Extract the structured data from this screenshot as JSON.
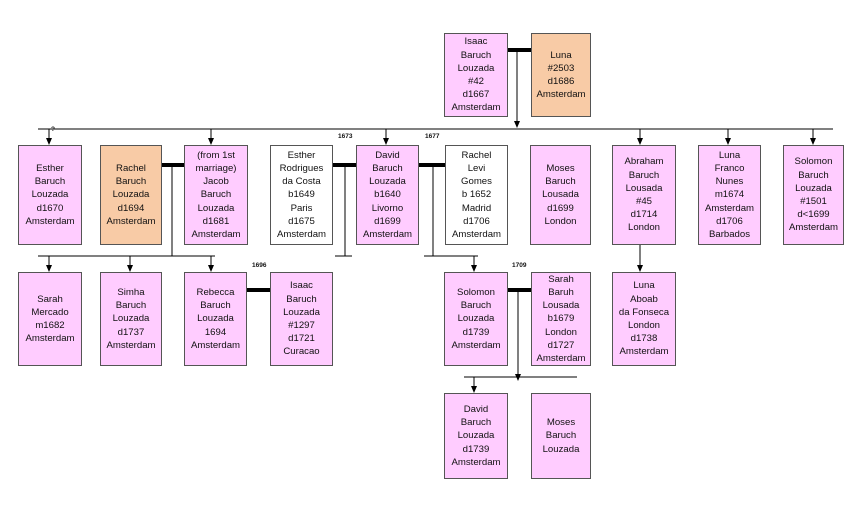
{
  "title": "",
  "persons": {
    "p1": "Isaac\nBaruch\nLouzada\n#42\nd1667\nAmsterdam",
    "p2": "Luna\n#2503\nd1686\nAmsterdam",
    "p3": "Esther\nBaruch\nLouzada\nd1670\nAmsterdam",
    "p4": "Rachel\nBaruch\nLouzada\nd1694\nAmsterdam",
    "p5": "(from 1st\nmarriage)\nJacob\nBaruch\nLouzada\nd1681\nAmsterdam",
    "p6": "Esther\nRodrigues\nda Costa\nb1649\nParis\nd1675\nAmsterdam",
    "p7": "David\nBaruch\nLouzada\nb1640\nLivorno\nd1699\nAmsterdam",
    "p8": "Rachel\nLevi\nGomes\nb 1652\nMadrid\nd1706\nAmsterdam",
    "p9": "Moses\nBaruch\nLousada\nd1699\nLondon",
    "p10": "Abraham\nBaruch\nLousada\n#45\nd1714\nLondon",
    "p11": "Luna\nFranco\nNunes\nm1674\nAmsterdam\nd1706\nBarbados",
    "p12": "Solomon\nBaruch\nLouzada\n#1501\nd<1699\nAmsterdam",
    "p13": "Sarah\nMercado\nm1682\nAmsterdam",
    "p14": "Simha\nBaruch\nLouzada\nd1737\nAmsterdam",
    "p15": "Rebecca\nBaruch\nLouzada\n1694\nAmsterdam",
    "p16": "Isaac\nBaruch\nLouzada\n#1297\nd1721\nCuracao",
    "p17": "Solomon\nBaruch\nLouzada\nd1739\nAmsterdam",
    "p18": "Sarah\nBaruh\nLousada\nb1679\nLondon\nd1727\nAmsterdam",
    "p19": "Luna\nAboab\nda Fonseca\nLondon\nd1738\nAmsterdam",
    "p20": "David\nBaruch\nLouzada\nd1739\nAmsterdam",
    "p21": "Moses\nBaruch\nLouzada"
  },
  "marriage_years": {
    "m1673": "1673",
    "m1677": "1677",
    "m1696": "1696",
    "m1709": "1709"
  },
  "question_mark": "?",
  "colors": {
    "family_member": "#ffccff",
    "spouse_highlight": "#f8cba6",
    "spouse_plain": "#ffffff",
    "line": "#000000"
  }
}
